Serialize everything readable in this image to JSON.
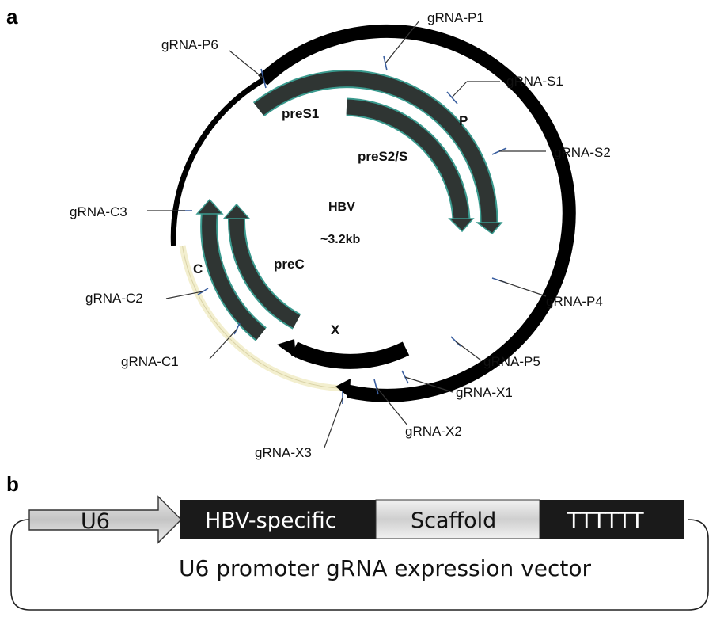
{
  "panel_a": {
    "label": "a",
    "center_title": "HBV",
    "center_size": "~3.2kb",
    "genes": {
      "preS1": "preS1",
      "preS2S": "preS2/S",
      "P": "P",
      "preC": "preC",
      "C": "C",
      "X": "X"
    },
    "grnas": [
      "gRNA-P1",
      "gRNA-P6",
      "gRNA-S1",
      "gRNA-S2",
      "gRNA-P4",
      "gRNA-P5",
      "gRNA-X1",
      "gRNA-X2",
      "gRNA-X3",
      "gRNA-C1",
      "gRNA-C2",
      "gRNA-C3"
    ]
  },
  "panel_b": {
    "label": "b",
    "promoter": "U6",
    "segment_specific": "HBV-specific",
    "segment_scaffold": "Scaffold",
    "segment_terminator": "TTTTTT",
    "caption": "U6 promoter gRNA expression vector"
  },
  "colors": {
    "ring": "#000000",
    "pale_arc": "#f3efcf",
    "gene_arrow": "#2f3533",
    "gene_outline": "#3a9a8e",
    "marker": "#3a5fa0",
    "scaffold": "#d6d6d6",
    "block_dark": "#1a1a1a"
  }
}
